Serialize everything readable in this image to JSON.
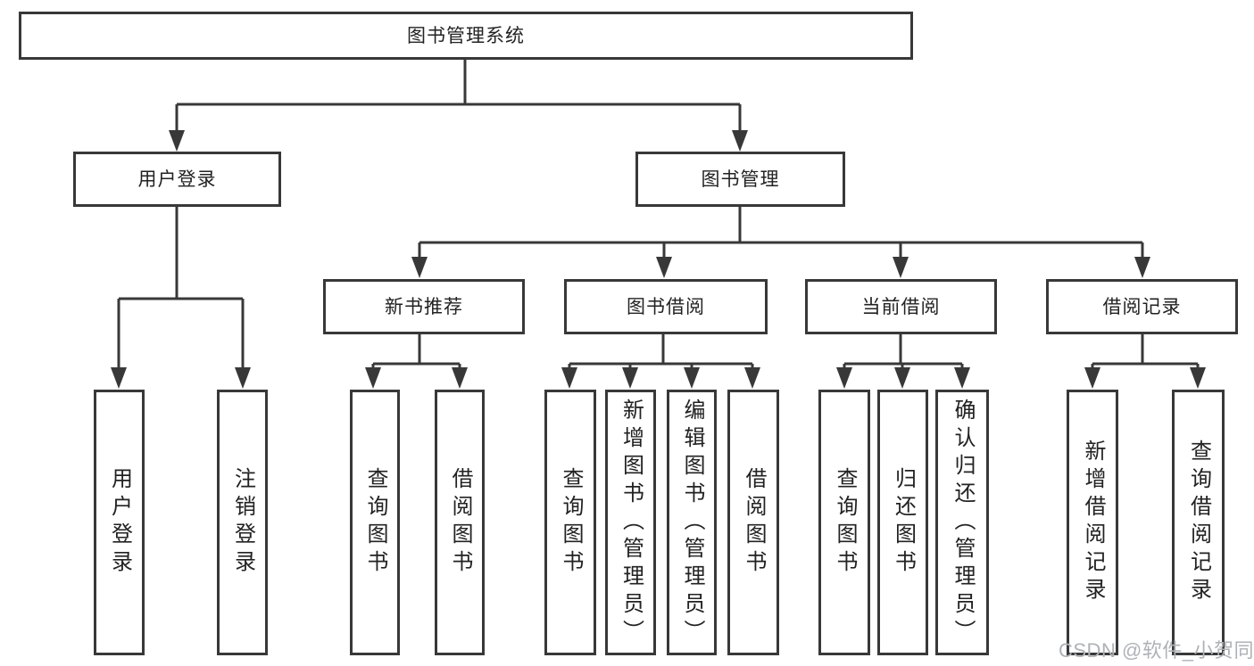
{
  "colors": {
    "line": "#383838",
    "text": "#222222",
    "watermark": "#aeb2b6",
    "background": "#ffffff"
  },
  "watermark": {
    "text": "CSDN @软件_小贺同学"
  },
  "diagram": {
    "root": {
      "label": "图书管理系统"
    },
    "branches": [
      {
        "label": "用户登录",
        "children": [
          {
            "label": "用户登录"
          },
          {
            "label": "注销登录"
          }
        ]
      },
      {
        "label": "图书管理",
        "children": [
          {
            "label": "新书推荐",
            "children": [
              {
                "label": "查询图书"
              },
              {
                "label": "借阅图书"
              }
            ]
          },
          {
            "label": "图书借阅",
            "children": [
              {
                "label": "查询图书"
              },
              {
                "label": "新增图书（管理员）"
              },
              {
                "label": "编辑图书（管理员）"
              },
              {
                "label": "借阅图书"
              }
            ]
          },
          {
            "label": "当前借阅",
            "children": [
              {
                "label": "查询图书"
              },
              {
                "label": "归还图书"
              },
              {
                "label": "确认归还（管理员）"
              }
            ]
          },
          {
            "label": "借阅记录",
            "children": [
              {
                "label": "新增借阅记录"
              },
              {
                "label": "查询借阅记录"
              }
            ]
          }
        ]
      }
    ]
  }
}
